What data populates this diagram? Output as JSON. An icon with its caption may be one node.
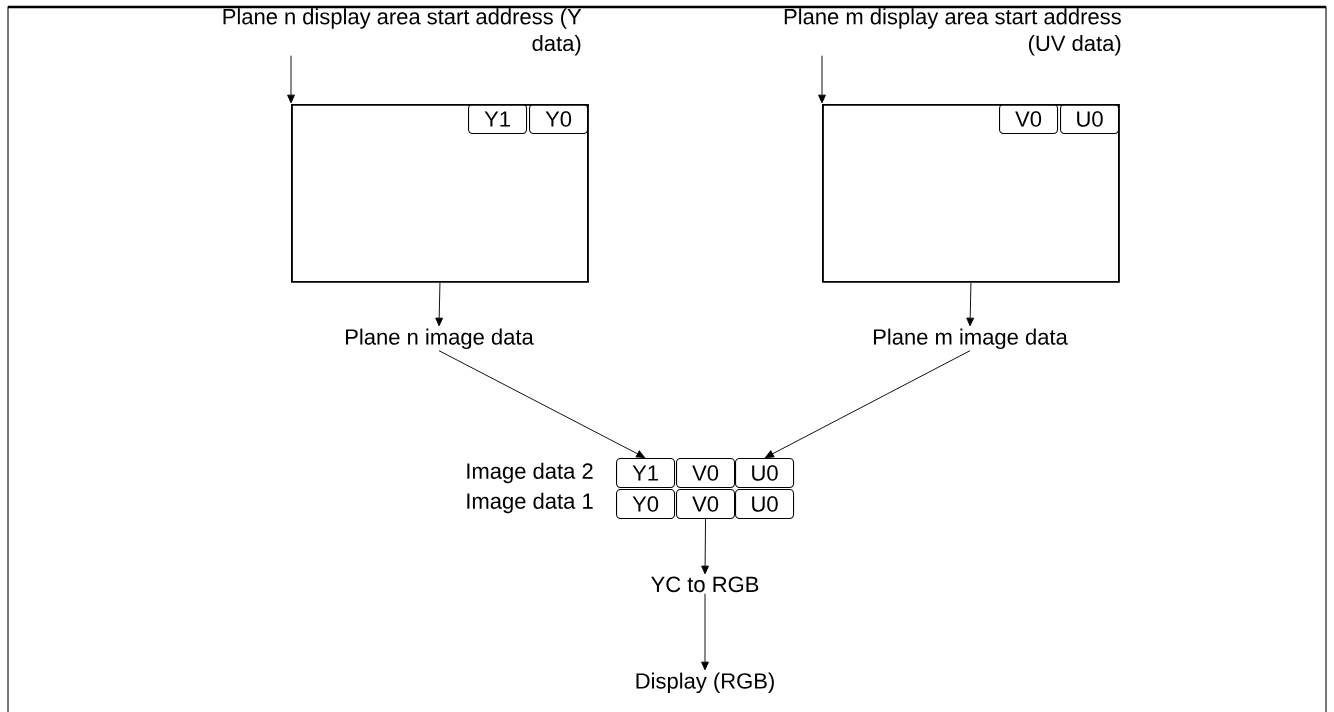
{
  "diagram": {
    "nodes": [
      {
        "text": [
          "Plane n display area start address (Y data)"
        ]
      },
      {
        "text": [],
        "shape": "box"
      },
      {
        "text": [
          "Y1"
        ],
        "in": 1
      },
      {
        "text": [
          "Y0"
        ],
        "in": 1
      },
      {
        "text": [
          "Plane m display area start address (UV data)"
        ]
      },
      {
        "text": [],
        "shape": "box"
      },
      {
        "text": [
          "V0"
        ],
        "in": 5
      },
      {
        "text": [
          "U0"
        ],
        "in": 5
      },
      {
        "text": [
          "Plane n image data"
        ]
      },
      {
        "text": [
          "Plane m image data"
        ]
      },
      {
        "text": [
          "Y1"
        ]
      },
      {
        "text": [
          "V0"
        ]
      },
      {
        "text": [
          "U0"
        ]
      },
      {
        "text": [
          "Y0"
        ]
      },
      {
        "text": [
          "V0"
        ]
      },
      {
        "text": [
          "U0"
        ]
      },
      {
        "text": [
          "YC to RGB"
        ]
      },
      {
        "text": [
          "Display (RGB)"
        ]
      }
    ],
    "edges": [
      {
        "from": 0,
        "to": 1,
        "arrow": "to"
      },
      {
        "from": 4,
        "to": 5,
        "arrow": "to"
      },
      {
        "from": 1,
        "to": 8,
        "arrow": "to"
      },
      {
        "from": 5,
        "to": 9,
        "arrow": "to"
      },
      {
        "from": 8,
        "to": 10,
        "arrow": "to"
      },
      {
        "from": 9,
        "to": 12,
        "arrow": "to"
      },
      {
        "from": 14,
        "to": 16,
        "arrow": "to"
      },
      {
        "from": 16,
        "to": 17,
        "arrow": "to"
      }
    ],
    "labels": [
      "Image data 2",
      "Image data 1"
    ]
  }
}
